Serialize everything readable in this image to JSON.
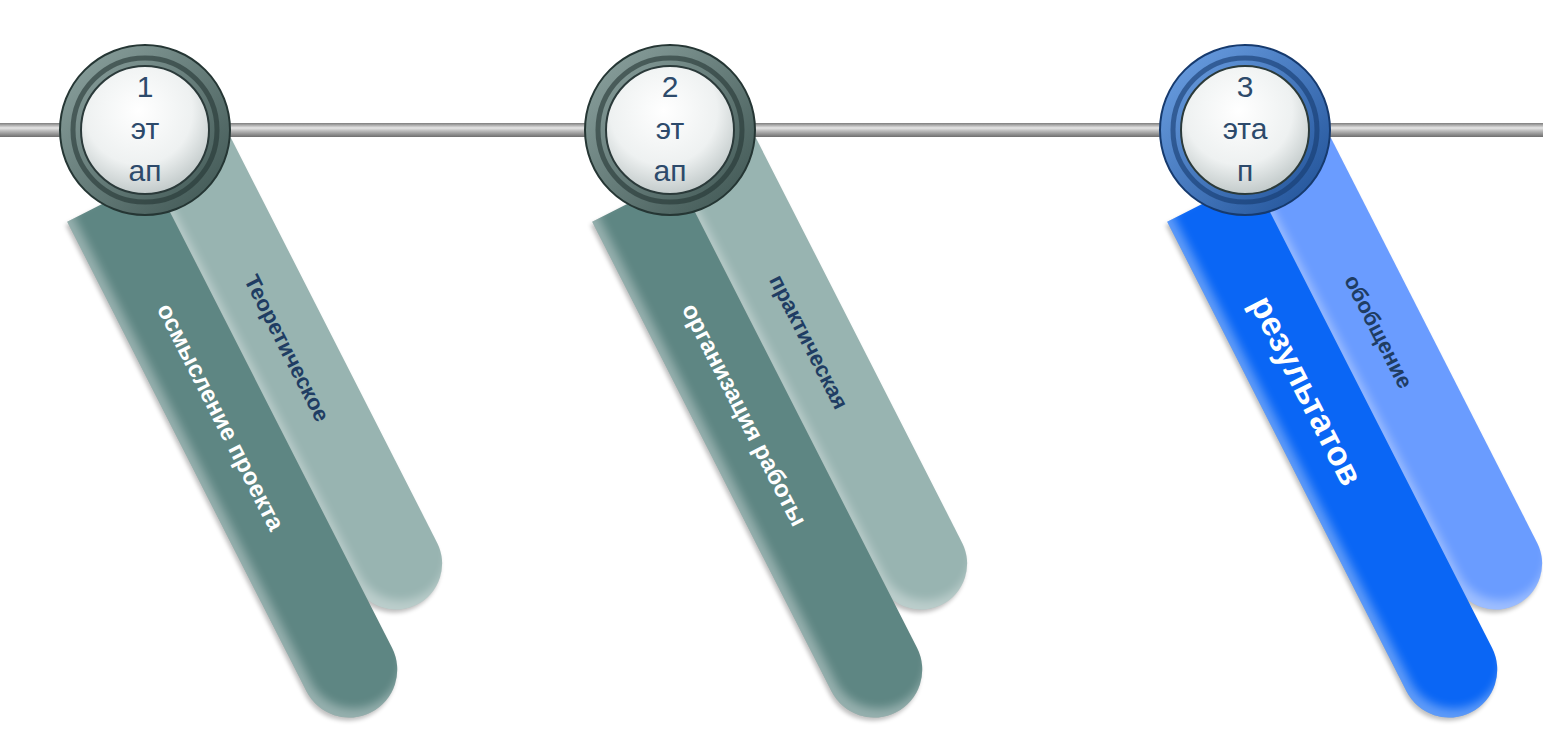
{
  "diagram": {
    "nodes": [
      {
        "text": [
          "1 эт ап"
        ]
      },
      {
        "text": [
          "Теоретическое"
        ]
      },
      {
        "text": [
          "осмысление проекта"
        ]
      },
      {
        "text": [
          "2 эт ап"
        ]
      },
      {
        "text": [
          "практическая"
        ]
      },
      {
        "text": [
          "организация работы"
        ]
      },
      {
        "text": [
          "3 эта п"
        ]
      },
      {
        "text": [
          "обобщение"
        ]
      },
      {
        "text": [
          "результатов"
        ]
      }
    ],
    "edges": [
      {
        "from": 0,
        "to": 3,
        "arrow": "none"
      },
      {
        "from": 3,
        "to": 6,
        "arrow": "none"
      }
    ]
  }
}
